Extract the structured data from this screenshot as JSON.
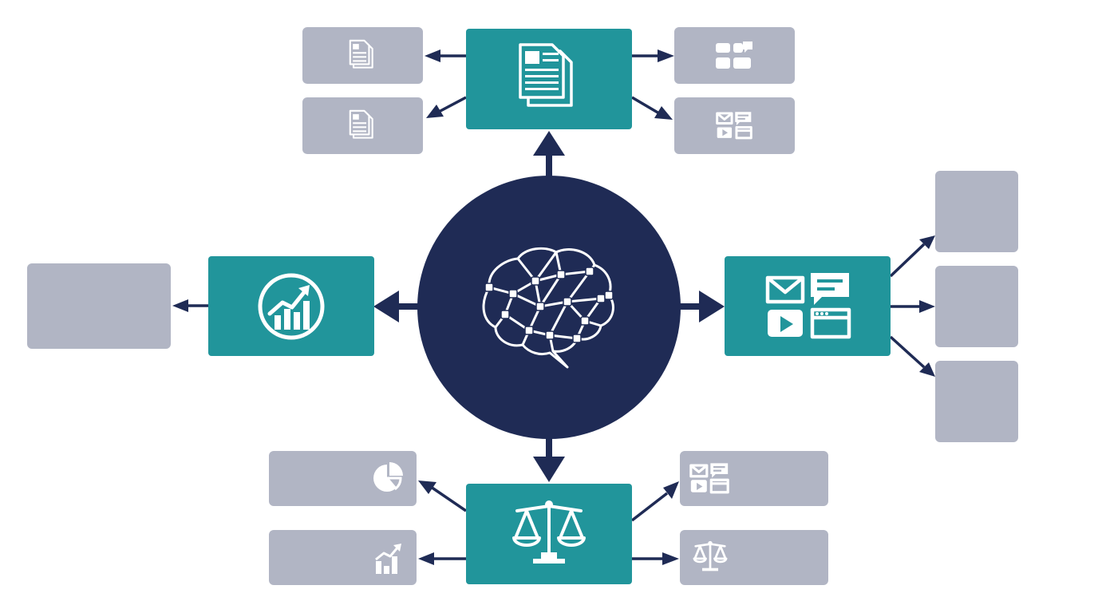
{
  "diagram": {
    "hub": {
      "icon": "brain-network-icon"
    },
    "branches": [
      {
        "id": "top",
        "icon": "document-icon",
        "children": [
          {
            "id": "top-left-1",
            "icon": "document-icon"
          },
          {
            "id": "top-left-2",
            "icon": "document-icon"
          },
          {
            "id": "top-right-1",
            "icon": "blocks-chat-icon"
          },
          {
            "id": "top-right-2",
            "icon": "media-icons-icon"
          }
        ]
      },
      {
        "id": "left",
        "icon": "growth-chart-icon",
        "children": [
          {
            "id": "left-1",
            "icon": ""
          }
        ]
      },
      {
        "id": "right",
        "icon": "media-icons-icon",
        "children": [
          {
            "id": "right-1",
            "icon": ""
          },
          {
            "id": "right-2",
            "icon": ""
          },
          {
            "id": "right-3",
            "icon": ""
          }
        ]
      },
      {
        "id": "bottom",
        "icon": "scales-icon",
        "children": [
          {
            "id": "bottom-left-1",
            "icon": "pie-chart-icon"
          },
          {
            "id": "bottom-left-2",
            "icon": "bar-chart-icon"
          },
          {
            "id": "bottom-right-1",
            "icon": "media-icons-icon"
          },
          {
            "id": "bottom-right-2",
            "icon": "scales-icon"
          }
        ]
      }
    ],
    "colors": {
      "hub": "#1f2b55",
      "branch": "#21959b",
      "leaf": "#b1b5c4",
      "arrow": "#1f2b55",
      "icon_on_dark": "#ffffff"
    }
  }
}
